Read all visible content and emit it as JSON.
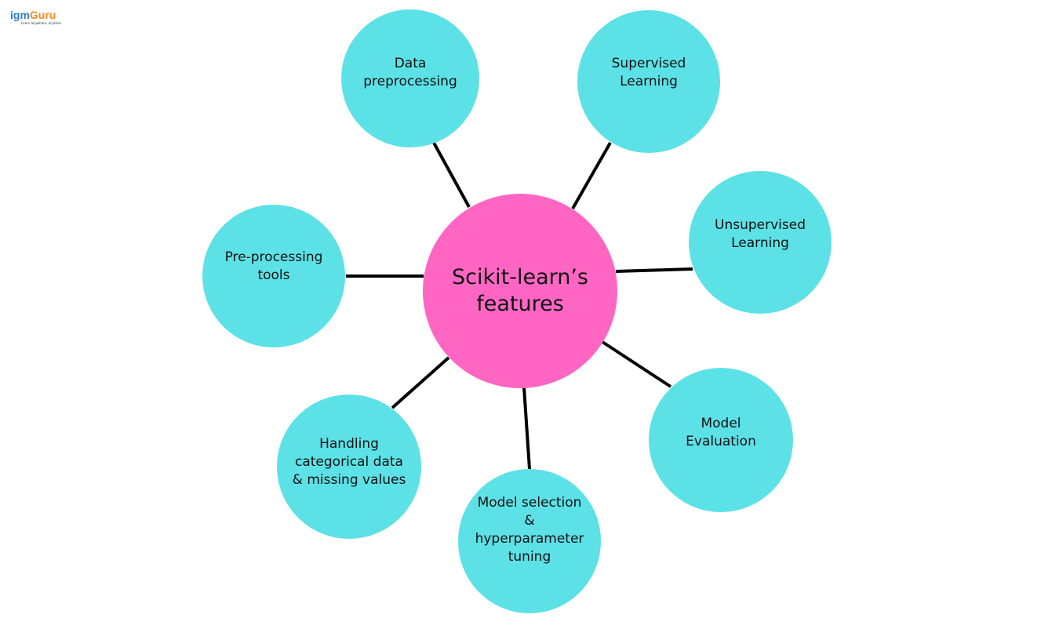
{
  "logo": {
    "brand_part1": "igm",
    "brand_part2": "Guru",
    "tagline": "Learn anywhere, anytime",
    "colors": {
      "igm": "#2a7fd4",
      "guru": "#f08a1c"
    }
  },
  "colors": {
    "hub": "#ff66c4",
    "satellite": "#5ce1e6",
    "connector": "#000000"
  },
  "hub": {
    "label": "Scikit-learn’s\nfeatures"
  },
  "satellites": [
    {
      "label": "Data\npreprocessing"
    },
    {
      "label": "Supervised\nLearning"
    },
    {
      "label": "Unsupervised\nLearning"
    },
    {
      "label": "Model\nEvaluation"
    },
    {
      "label": "Model selection\n&\nhyperparameter\ntuning"
    },
    {
      "label": "Handling\ncategorical data\n& missing values"
    },
    {
      "label": "Pre-processing\ntools"
    }
  ]
}
